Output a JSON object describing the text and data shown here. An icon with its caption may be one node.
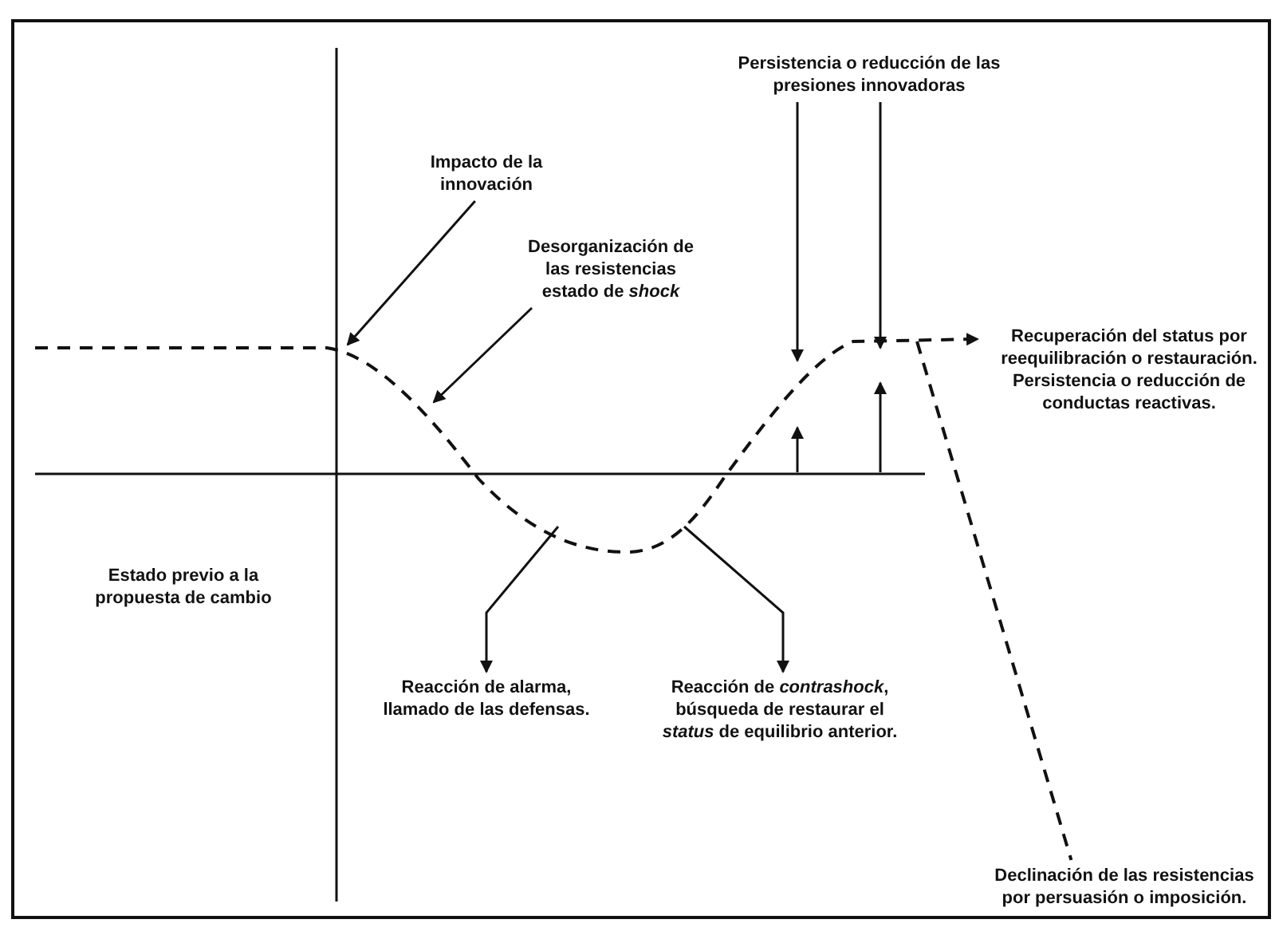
{
  "diagram": {
    "nodes": [
      {
        "text": [
          "Impacto de la innovación"
        ]
      },
      {
        "text": [
          "Desorganización de las resistencias estado de *shock*"
        ]
      },
      {
        "text": [
          "Persistencia o reducción de las presiones innovadoras"
        ]
      },
      {
        "text": [
          "Recuperación del status por reequilibración o restauración. Persistencia o reducción de conductas reactivas."
        ]
      },
      {
        "text": [
          "Estado previo a la propuesta de cambio"
        ]
      },
      {
        "text": [
          "Reacción de alarma, llamado de las defensas."
        ]
      },
      {
        "text": [
          "Reacción de *contrashock*, búsqueda de restaurar el *status* de equilibrio anterior."
        ]
      },
      {
        "text": [
          "Declinación de las resistencias por persuasión o imposición."
        ]
      }
    ],
    "edges": [
      {
        "from": 0,
        "to": null,
        "arrow": "to"
      },
      {
        "from": 1,
        "to": null,
        "arrow": "to"
      },
      {
        "from": 2,
        "to": null,
        "arrow": "to"
      },
      {
        "from": 2,
        "to": null,
        "arrow": "to"
      },
      {
        "from": null,
        "to": 3,
        "arrow": "to",
        "style": "dashed"
      },
      {
        "from": null,
        "to": 5,
        "arrow": "to"
      },
      {
        "from": null,
        "to": 6,
        "arrow": "to"
      },
      {
        "from": null,
        "to": 7,
        "arrow": "none",
        "style": "dashed"
      }
    ]
  }
}
